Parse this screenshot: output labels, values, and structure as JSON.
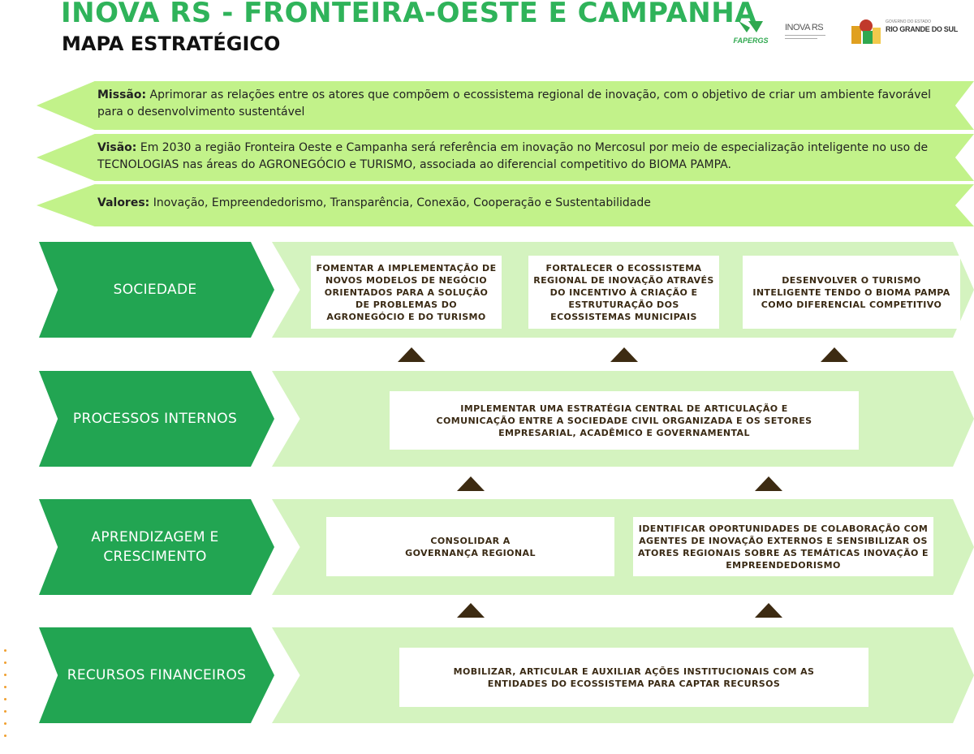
{
  "header": {
    "title": "INOVA RS - FRONTEIRA-OESTE E CAMPANHA",
    "subtitle": "MAPA ESTRATÉGICO"
  },
  "logos": {
    "fapergs": "FAPERGS",
    "inovars": "INOVA RS",
    "governo_small": "GOVERNO DO ESTADO",
    "governo_main": "RIO GRANDE DO SUL"
  },
  "banners": {
    "missao": {
      "label": "Missão:",
      "text": "Aprimorar as relações entre os atores que compõem o ecossistema regional de inovação, com o objetivo de criar um ambiente favorável para o desenvolvimento sustentável"
    },
    "visao": {
      "label": "Visão:",
      "text": "Em 2030 a região Fronteira Oeste e Campanha será referência em inovação no Mercosul por meio de especialização inteligente no uso de TECNOLOGIAS nas áreas do AGRONEGÓCIO e TURISMO, associada ao diferencial competitivo do BIOMA PAMPA."
    },
    "valores": {
      "label": "Valores:",
      "text": "Inovação, Empreendedorismo, Transparência, Conexão, Cooperação e Sustentabilidade"
    }
  },
  "rows": {
    "sociedade": {
      "label": "SOCIEDADE",
      "objectives": [
        "FOMENTAR A IMPLEMENTAÇÃO DE NOVOS MODELOS DE NEGÓCIO ORIENTADOS PARA A SOLUÇÃO DE PROBLEMAS DO AGRONEGÓCIO E DO TURISMO",
        "FORTALECER O ECOSSISTEMA REGIONAL DE INOVAÇÃO ATRAVÉS DO INCENTIVO À CRIAÇÃO E ESTRUTURAÇÃO DOS ECOSSISTEMAS MUNICIPAIS",
        "DESENVOLVER O TURISMO INTELIGENTE TENDO O BIOMA PAMPA COMO DIFERENCIAL COMPETITIVO"
      ]
    },
    "processos": {
      "label": "PROCESSOS INTERNOS",
      "objectives": [
        "IMPLEMENTAR UMA ESTRATÉGIA CENTRAL DE ARTICULAÇÃO E COMUNICAÇÃO ENTRE A SOCIEDADE CIVIL ORGANIZADA E OS SETORES EMPRESARIAL, ACADÊMICO E GOVERNAMENTAL"
      ]
    },
    "aprendizagem": {
      "label_line1": "APRENDIZAGEM E",
      "label_line2": "CRESCIMENTO",
      "objectives": [
        "CONSOLIDAR A GOVERNANÇA REGIONAL",
        "IDENTIFICAR OPORTUNIDADES DE COLABORAÇÃO COM AGENTES DE INOVAÇÃO EXTERNOS E SENSIBILIZAR OS ATORES REGIONAIS SOBRE AS TEMÁTICAS INOVAÇÃO E EMPREENDEDORISMO"
      ]
    },
    "recursos": {
      "label": "RECURSOS FINANCEIROS",
      "objectives": [
        "MOBILIZAR, ARTICULAR E AUXILIAR AÇÕES INSTITUCIONAIS COM AS ENTIDADES DO ECOSSISTEMA PARA CAPTAR RECURSOS"
      ]
    }
  },
  "colors": {
    "title_green": "#2fb35a",
    "banner_green": "#c2f28a",
    "row_head_green": "#22a552",
    "row_band_green": "#d4f3bf",
    "arrow_brown": "#3d2b12"
  }
}
